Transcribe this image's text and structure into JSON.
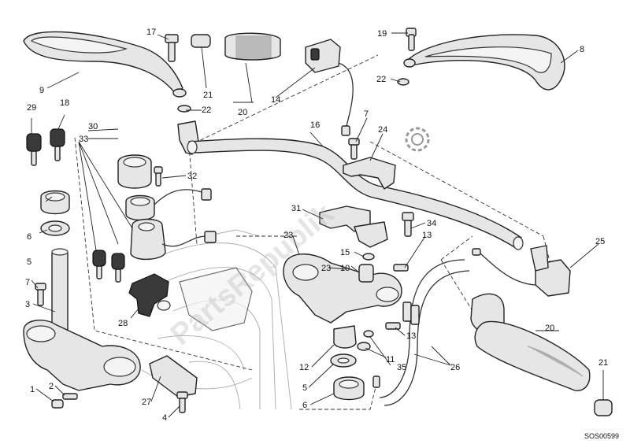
{
  "diagram": {
    "code": "SOS00599",
    "watermark": "PartsRepublik",
    "labels": {
      "1": "1",
      "2": "2",
      "3": "3",
      "4": "4",
      "5a": "5",
      "5b": "5",
      "6a": "6",
      "6b": "6",
      "7a": "7",
      "7b": "7",
      "8": "8",
      "9": "9",
      "10": "10",
      "11": "11",
      "12": "12",
      "13a": "13",
      "13b": "13",
      "14": "14",
      "15": "15",
      "16": "16",
      "17": "17",
      "18": "18",
      "19": "19",
      "20a": "20",
      "20b": "20",
      "21a": "21",
      "21b": "21",
      "22a": "22",
      "22b": "22",
      "23a": "23",
      "23b": "23",
      "24": "24",
      "25": "25",
      "26": "26",
      "27": "27",
      "28": "28",
      "29": "29",
      "30": "30",
      "31": "31",
      "32": "32",
      "33": "33",
      "34": "34",
      "35": "35"
    }
  }
}
